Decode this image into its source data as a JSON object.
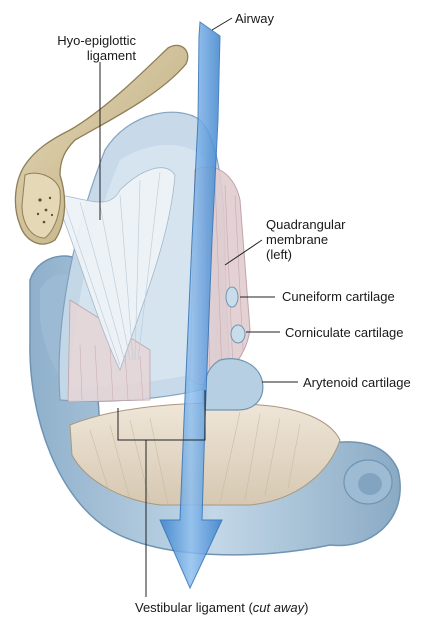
{
  "labels": {
    "airway": "Airway",
    "hyo_epiglottic": [
      "Hyo-epiglottic",
      "ligament"
    ],
    "quadrangular": [
      "Quadrangular",
      "membrane",
      "(left)"
    ],
    "cuneiform": "Cuneiform cartilage",
    "corniculate": "Corniculate cartilage",
    "arytenoid": "Arytenoid cartilage",
    "vestibular_prefix": "Vestibular ligament (",
    "vestibular_italic": "cut away",
    "vestibular_suffix": ")"
  },
  "colors": {
    "cartilage": "#a9c6dc",
    "cartilage_dark": "#6f94b3",
    "airway_arrow": "#4a90d9",
    "bone": "#d8c9a3",
    "membrane": "#d7c3c6",
    "ligament": "#e9e1dc",
    "leader_line": "#222222"
  }
}
